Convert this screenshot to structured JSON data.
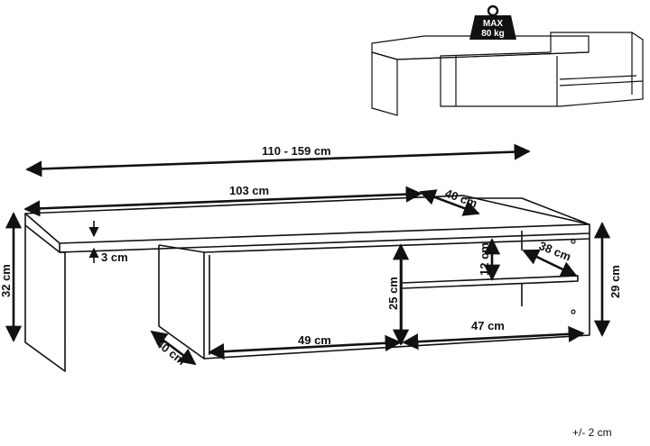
{
  "weight_badge": {
    "line1": "MAX",
    "line2": "80 kg"
  },
  "dimensions": {
    "total_width": "110 - 159 cm",
    "top_width": "103 cm",
    "top_depth": "40 cm",
    "top_thickness": "3 cm",
    "left_height": "32 cm",
    "base_depth": "40 cm",
    "compartment_width": "49 cm",
    "shelf_width": "47 cm",
    "inner_height": "25 cm",
    "shelf_gap": "12 cm",
    "shelf_depth": "38 cm",
    "right_height": "29 cm"
  },
  "tolerance": "+/- 2 cm",
  "colors": {
    "line": "#111111",
    "background": "#ffffff"
  }
}
